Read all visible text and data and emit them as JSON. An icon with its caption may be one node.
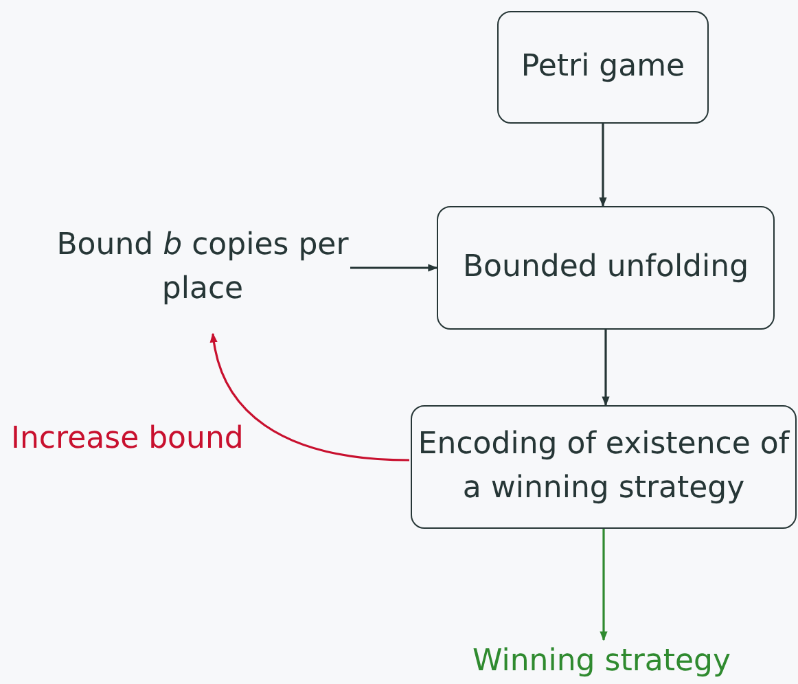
{
  "diagram": {
    "nodes": [
      {
        "text": [
          "Petri game"
        ]
      },
      {
        "text": [
          "Bounded unfolding"
        ]
      },
      {
        "text": [
          "Encoding of existence of a winning strategy"
        ]
      },
      {
        "text": [
          "Bound *b* copies per place"
        ]
      },
      {
        "text": [
          "Winning strategy"
        ]
      }
    ],
    "edges": [
      {
        "from": 0,
        "to": 1,
        "arrow": "to"
      },
      {
        "from": 3,
        "to": 1,
        "arrow": "to"
      },
      {
        "from": 1,
        "to": 2,
        "arrow": "to"
      },
      {
        "from": 2,
        "to": 4,
        "arrow": "to",
        "color": "#2f8a2f"
      },
      {
        "from": 2,
        "to": 3,
        "arrow": "to",
        "color": "#c8102e",
        "label": "Increase bound"
      }
    ]
  }
}
